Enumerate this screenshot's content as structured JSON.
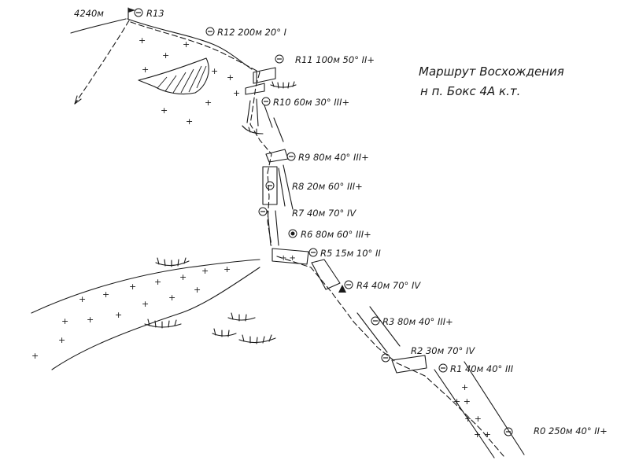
{
  "title": {
    "line1": "Маршрут Восхождения",
    "line2": "н п. Бокс 4А к.т."
  },
  "summit": {
    "altitude": "4240м",
    "label": "R13"
  },
  "pitches": [
    {
      "id": "R12",
      "text": "R12 200м 20° I"
    },
    {
      "id": "R11",
      "text": "R11 100м 50° II+"
    },
    {
      "id": "R10",
      "text": "R10 60м 30° III+"
    },
    {
      "id": "R9",
      "text": "R9 80м 40° III+"
    },
    {
      "id": "R8",
      "text": "R8 20м 60° III+"
    },
    {
      "id": "R7",
      "text": "R7 40м 70° IV"
    },
    {
      "id": "R6",
      "text": "R6 80м 60° III+"
    },
    {
      "id": "R5",
      "text": "R5 15м 10° II"
    },
    {
      "id": "R4",
      "text": "R4 40м 70° IV"
    },
    {
      "id": "R3",
      "text": "R3 80м 40° III+"
    },
    {
      "id": "R2",
      "text": "R2 30м 70° IV"
    },
    {
      "id": "R1",
      "text": "R1 40м 40° III"
    },
    {
      "id": "R0",
      "text": "R0 250м 40° II+"
    }
  ]
}
